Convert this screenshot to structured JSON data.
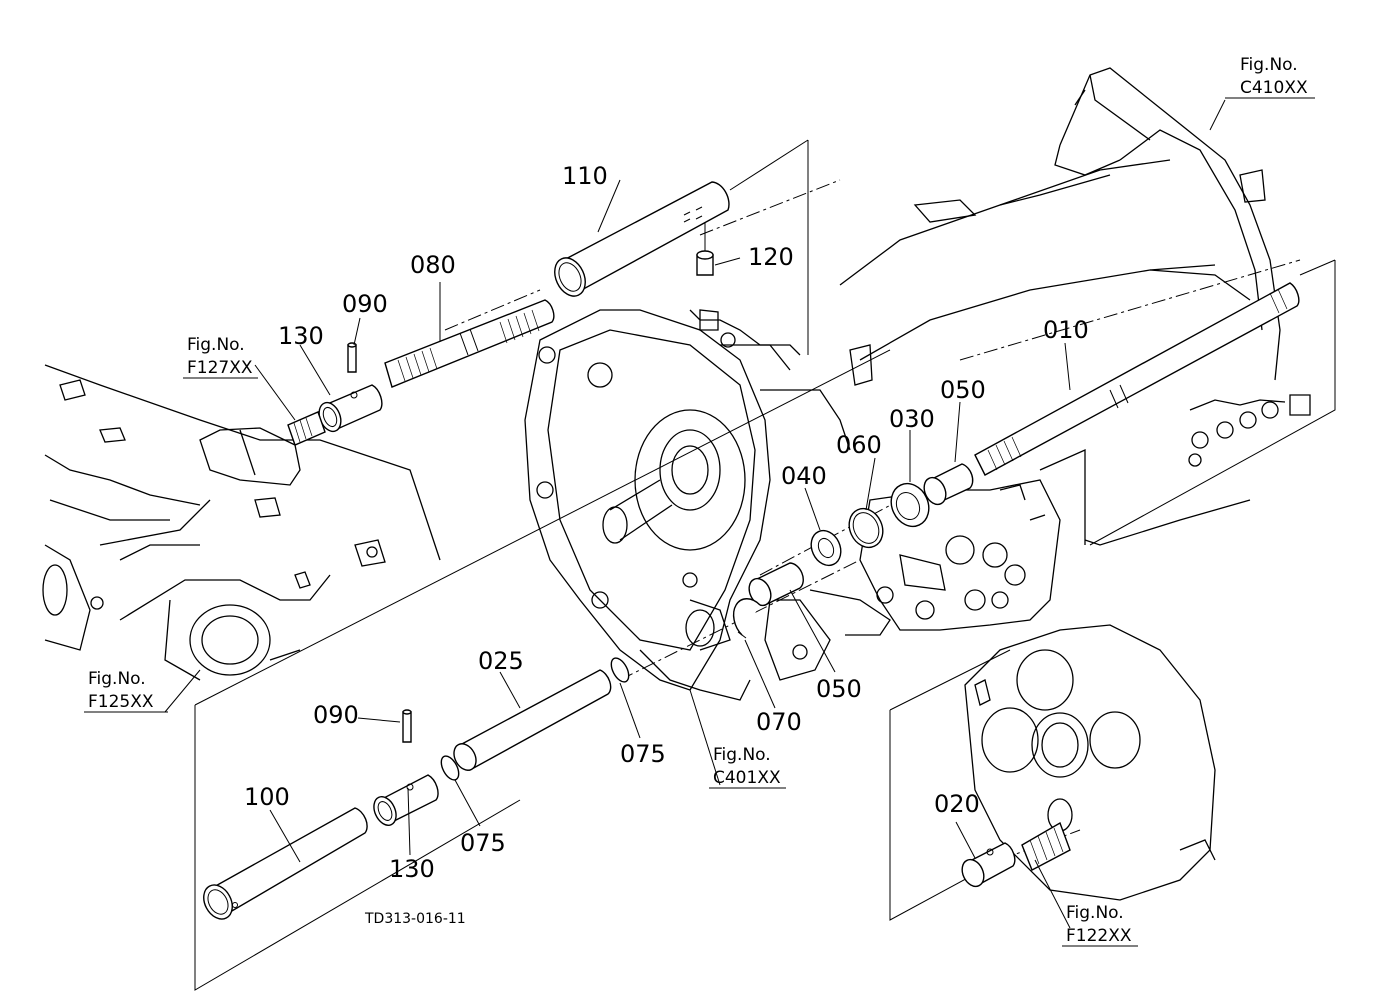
{
  "labels": {
    "p010": "010",
    "p020": "020",
    "p025": "025",
    "p030": "030",
    "p040": "040",
    "p050a": "050",
    "p050b": "050",
    "p060": "060",
    "p070": "070",
    "p075a": "075",
    "p075b": "075",
    "p080": "080",
    "p090a": "090",
    "p090b": "090",
    "p100": "100",
    "p110": "110",
    "p120": "120",
    "p130a": "130",
    "p130b": "130"
  },
  "figrefs": {
    "c410": {
      "line1": "Fig.No.",
      "line2": "C410XX"
    },
    "f127": {
      "line1": "Fig.No.",
      "line2": "F127XX"
    },
    "f125": {
      "line1": "Fig.No.",
      "line2": "F125XX"
    },
    "c401": {
      "line1": "Fig.No.",
      "line2": "C401XX"
    },
    "f122": {
      "line1": "Fig.No.",
      "line2": "F122XX"
    }
  },
  "drawing_code": "TD313-016-11"
}
